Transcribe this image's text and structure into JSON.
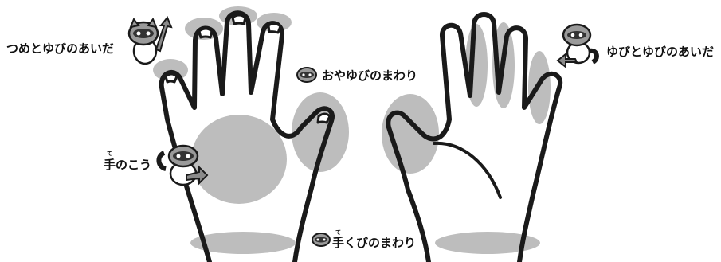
{
  "labels": {
    "nails": "つめとゆびのあいだ",
    "thumb": "おやゆびのまわり",
    "back": "手のこう",
    "between_fingers": "ゆびとゆびのあいだ",
    "wrist": "手くびのまわり"
  },
  "furigana": {
    "back_te": "て",
    "wrist_te": "て"
  },
  "colors": {
    "highlight": "#bdbdbd",
    "outline": "#1a1a1a",
    "text": "#111111"
  },
  "icons": [
    "raccoon-mascot",
    "arrow-icon"
  ]
}
